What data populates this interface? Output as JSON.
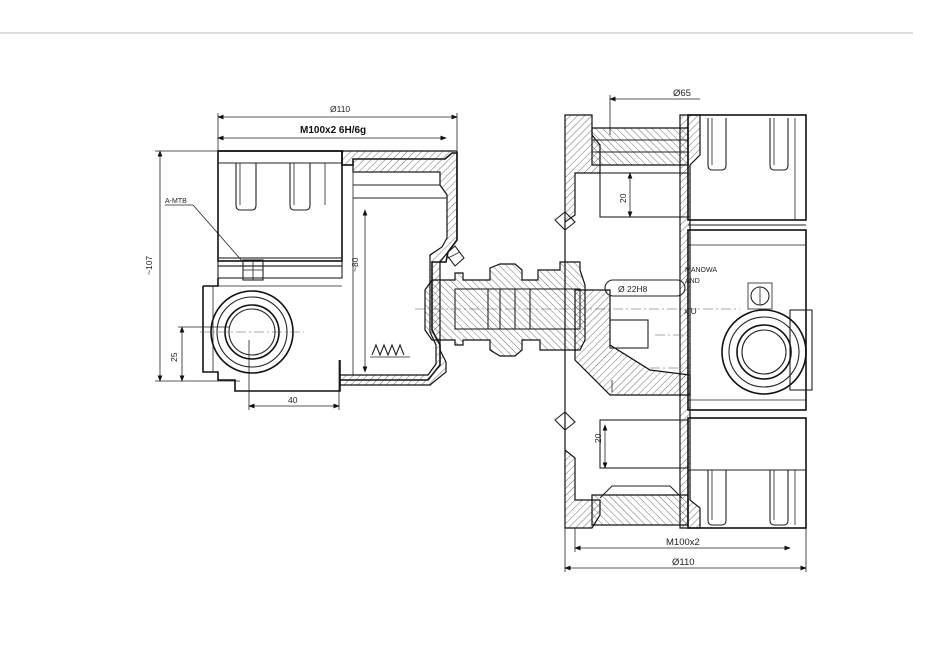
{
  "drawing": {
    "left_view": {
      "dim_top_diameter": "Ø110",
      "dim_thread": "M100x2 6H/6g",
      "dim_height_overall": "~107",
      "dim_inner_height": "~80",
      "dim_offset_vertical": "25",
      "dim_offset_horizontal": "40",
      "section_marker": "A-MTB"
    },
    "right_view": {
      "dim_top_diameter": "Ø65",
      "dim_bore": "Ø 22H8",
      "dim_upper_depth": "20",
      "dim_lower_depth": "20",
      "dim_thread": "M100x2",
      "dim_bottom_diameter": "Ø110",
      "label_line1": "MANOWA",
      "label_line2": "AND",
      "label_line3": "x U"
    }
  },
  "colors": {
    "line": "#222222",
    "background": "#ffffff"
  }
}
